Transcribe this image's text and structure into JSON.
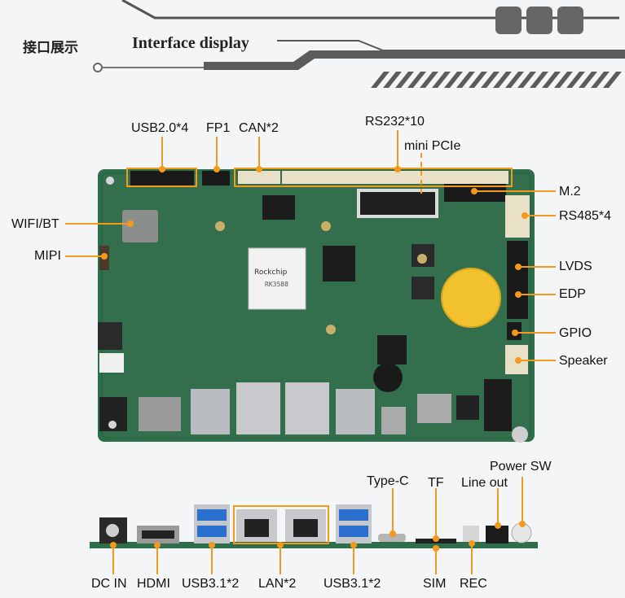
{
  "header": {
    "title_cn": "接口展示",
    "title_en": "Interface display"
  },
  "colors": {
    "accent": "#f39a1c",
    "pcb": "#2f6e4a",
    "header_gray": "#5c5c5c"
  },
  "top_board": {
    "labels_top": [
      "USB2.0*4",
      "FP1",
      "CAN*2",
      "RS232*10",
      "mini PCIe"
    ],
    "labels_left": [
      "WIFI/BT",
      "MIPI"
    ],
    "labels_right": [
      "M.2",
      "RS485*4",
      "LVDS",
      "EDP",
      "GPIO",
      "Speaker"
    ],
    "chip_brand": "Rockchip",
    "chip_model": "RK3588"
  },
  "bottom_board": {
    "labels_top": [
      "Type-C",
      "TF",
      "Line out",
      "Power SW"
    ],
    "labels_bottom": [
      "DC IN",
      "HDMI",
      "USB3.1*2",
      "LAN*2",
      "USB3.1*2",
      "SIM",
      "REC"
    ]
  }
}
